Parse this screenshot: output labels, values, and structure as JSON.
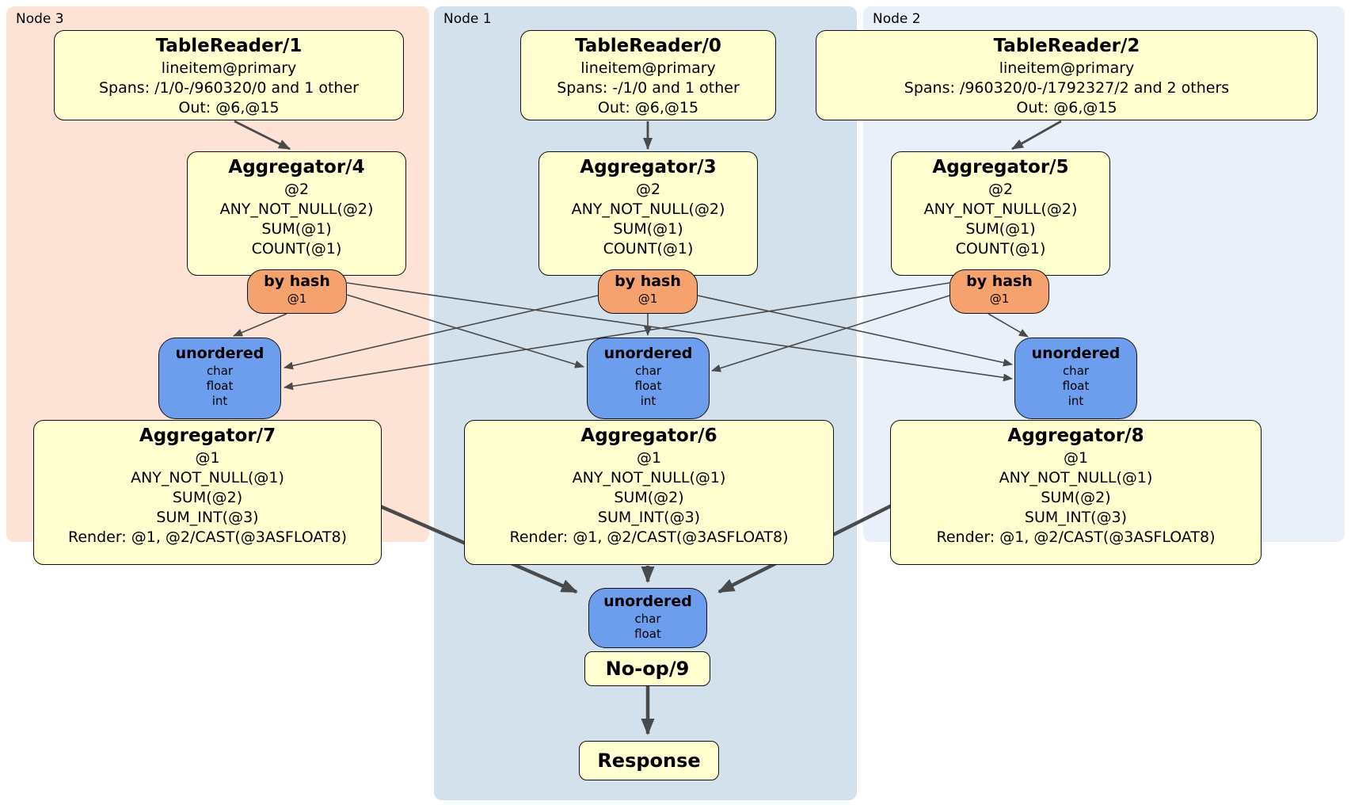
{
  "panels": [
    {
      "label": "Node 3"
    },
    {
      "label": "Node 1"
    },
    {
      "label": "Node 2"
    }
  ],
  "processors": {
    "tr1": {
      "title": "TableReader/1",
      "lines": [
        "lineitem@primary",
        "Spans: /1/0-/960320/0 and 1 other",
        "Out: @6,@15"
      ]
    },
    "tr0": {
      "title": "TableReader/0",
      "lines": [
        "lineitem@primary",
        "Spans: -/1/0 and 1 other",
        "Out: @6,@15"
      ]
    },
    "tr2": {
      "title": "TableReader/2",
      "lines": [
        "lineitem@primary",
        "Spans: /960320/0-/1792327/2 and 2 others",
        "Out: @6,@15"
      ]
    },
    "agg4": {
      "title": "Aggregator/4",
      "lines": [
        "@2",
        "ANY_NOT_NULL(@2)",
        "SUM(@1)",
        "COUNT(@1)"
      ]
    },
    "agg3": {
      "title": "Aggregator/3",
      "lines": [
        "@2",
        "ANY_NOT_NULL(@2)",
        "SUM(@1)",
        "COUNT(@1)"
      ]
    },
    "agg5": {
      "title": "Aggregator/5",
      "lines": [
        "@2",
        "ANY_NOT_NULL(@2)",
        "SUM(@1)",
        "COUNT(@1)"
      ]
    },
    "agg7": {
      "title": "Aggregator/7",
      "lines": [
        "@1",
        "ANY_NOT_NULL(@1)",
        "SUM(@2)",
        "SUM_INT(@3)",
        "Render: @1, @2/CAST(@3ASFLOAT8)"
      ]
    },
    "agg6": {
      "title": "Aggregator/6",
      "lines": [
        "@1",
        "ANY_NOT_NULL(@1)",
        "SUM(@2)",
        "SUM_INT(@3)",
        "Render: @1, @2/CAST(@3ASFLOAT8)"
      ]
    },
    "agg8": {
      "title": "Aggregator/8",
      "lines": [
        "@1",
        "ANY_NOT_NULL(@1)",
        "SUM(@2)",
        "SUM_INT(@3)",
        "Render: @1, @2/CAST(@3ASFLOAT8)"
      ]
    },
    "noop": {
      "title": "No-op/9"
    },
    "response": {
      "title": "Response"
    }
  },
  "routers": [
    {
      "label": "by hash",
      "key": "@1"
    },
    {
      "label": "by hash",
      "key": "@1"
    },
    {
      "label": "by hash",
      "key": "@1"
    }
  ],
  "streams": [
    {
      "label": "unordered",
      "types": [
        "char",
        "float",
        "int"
      ]
    },
    {
      "label": "unordered",
      "types": [
        "char",
        "float",
        "int"
      ]
    },
    {
      "label": "unordered",
      "types": [
        "char",
        "float",
        "int"
      ]
    },
    {
      "label": "unordered",
      "types": [
        "char",
        "float"
      ]
    }
  ],
  "colors": {
    "node3-bg": "#fde3d6",
    "node1-bg": "#d2e1ec",
    "node2-bg": "#e9f0f9",
    "proc-bg": "#ffffcf",
    "router-bg": "#f6a26f",
    "stream-bg": "#6d9ded",
    "edge": "#4a4a4a"
  }
}
